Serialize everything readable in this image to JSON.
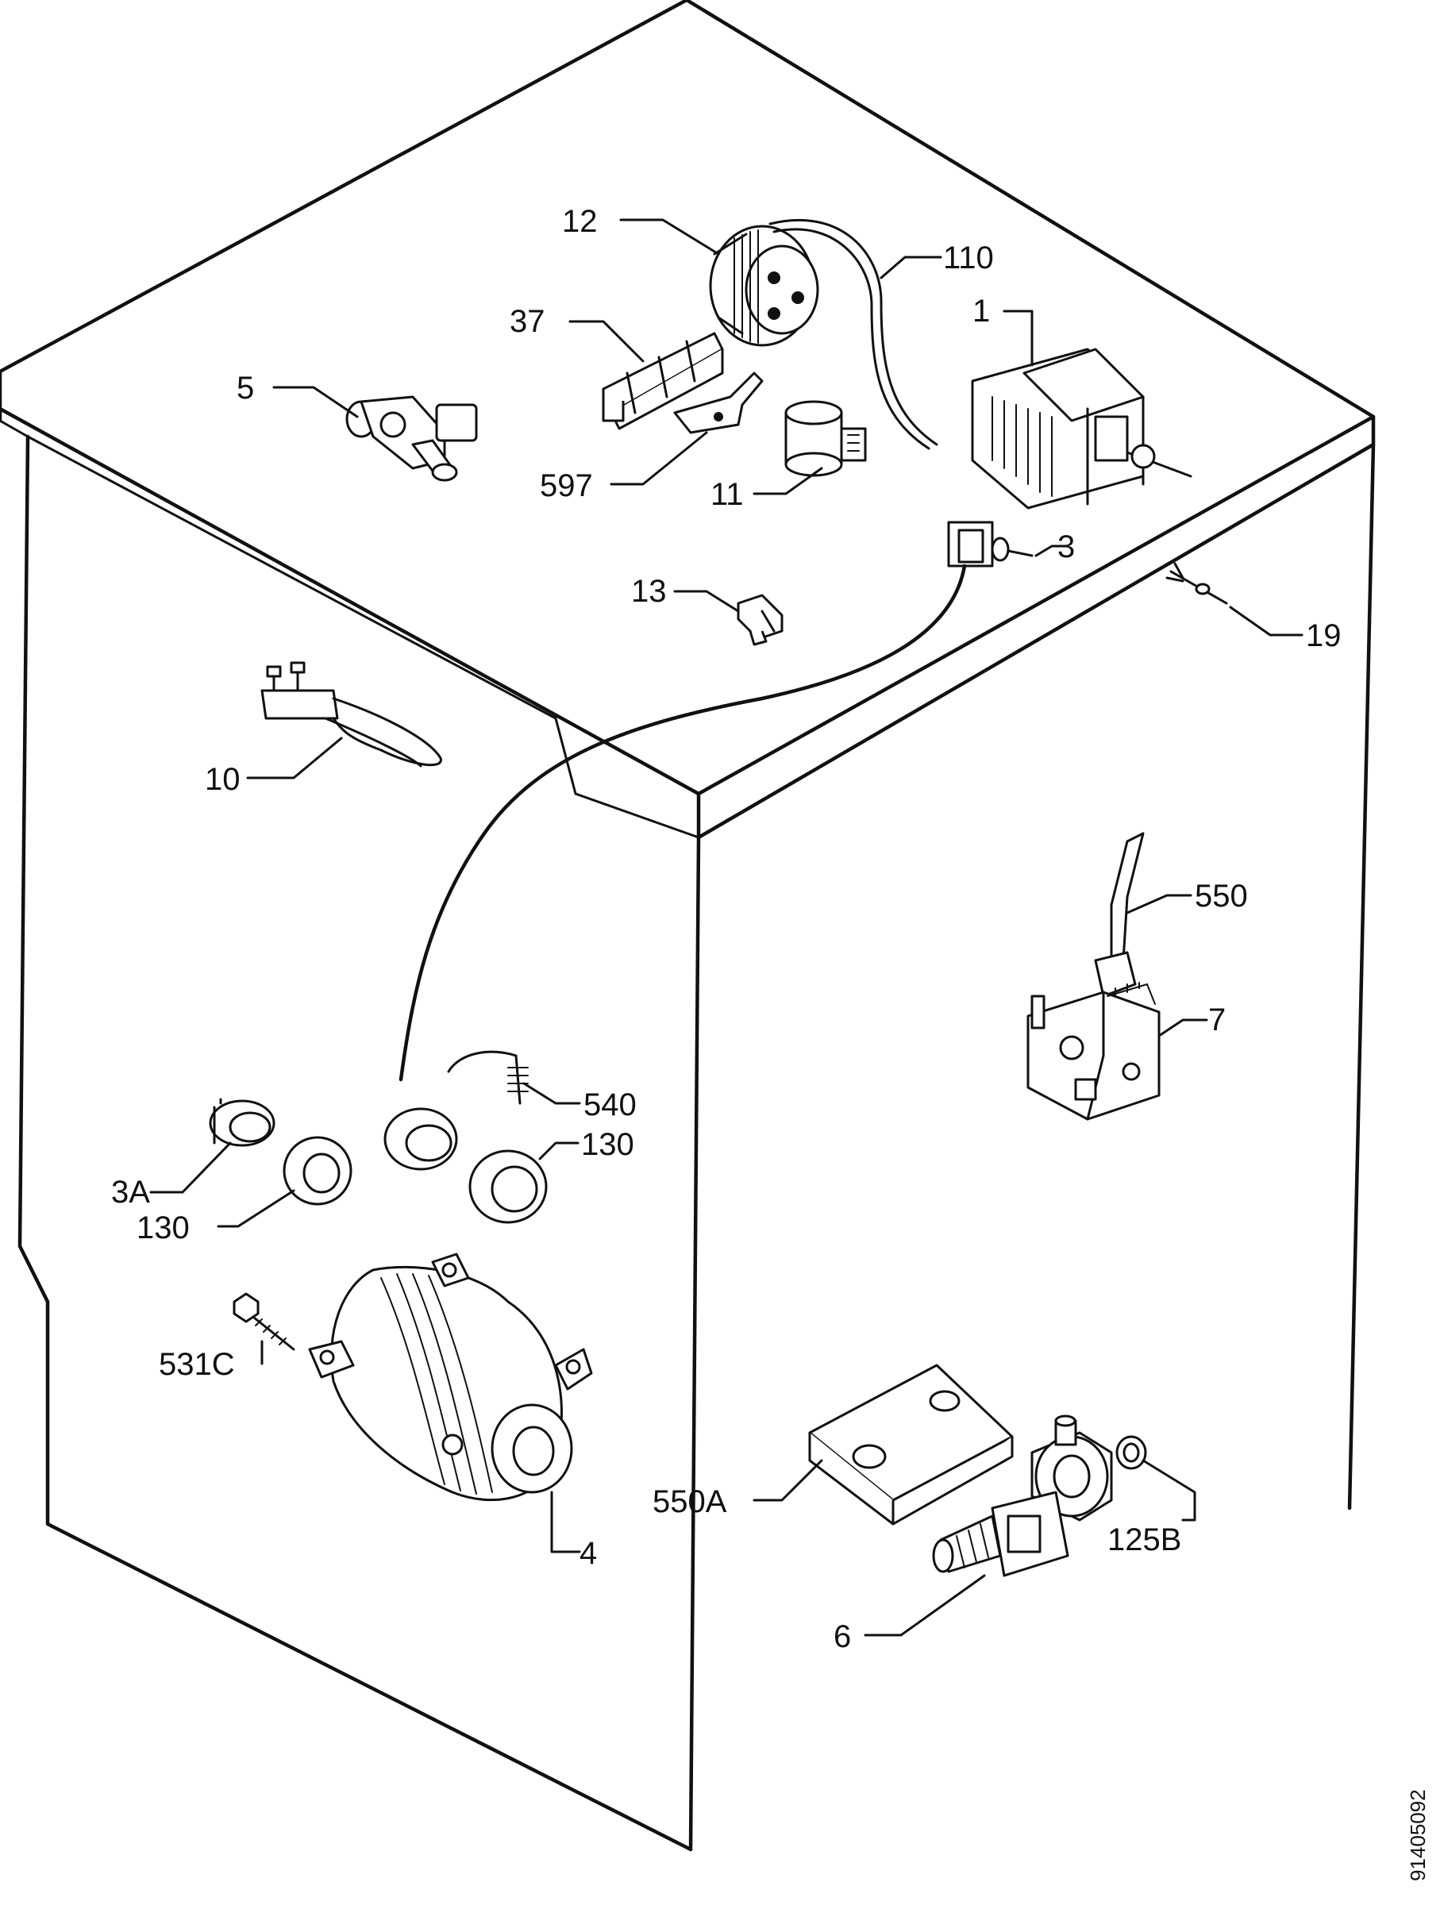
{
  "diagram": {
    "document_number": "91405092",
    "parts": [
      {
        "id": "p12",
        "label": "12"
      },
      {
        "id": "p110",
        "label": "110"
      },
      {
        "id": "p1",
        "label": "1"
      },
      {
        "id": "p37",
        "label": "37"
      },
      {
        "id": "p5",
        "label": "5"
      },
      {
        "id": "p597",
        "label": "597"
      },
      {
        "id": "p11",
        "label": "11"
      },
      {
        "id": "p3",
        "label": "3"
      },
      {
        "id": "p13",
        "label": "13"
      },
      {
        "id": "p19",
        "label": "19"
      },
      {
        "id": "p10",
        "label": "10"
      },
      {
        "id": "p550",
        "label": "550"
      },
      {
        "id": "p7",
        "label": "7"
      },
      {
        "id": "p540",
        "label": "540"
      },
      {
        "id": "p130a",
        "label": "130"
      },
      {
        "id": "p3a",
        "label": "3A"
      },
      {
        "id": "p130b",
        "label": "130"
      },
      {
        "id": "p531c",
        "label": "531C"
      },
      {
        "id": "p4",
        "label": "4"
      },
      {
        "id": "p550a",
        "label": "550A"
      },
      {
        "id": "p125b",
        "label": "125B"
      },
      {
        "id": "p6",
        "label": "6"
      }
    ]
  }
}
